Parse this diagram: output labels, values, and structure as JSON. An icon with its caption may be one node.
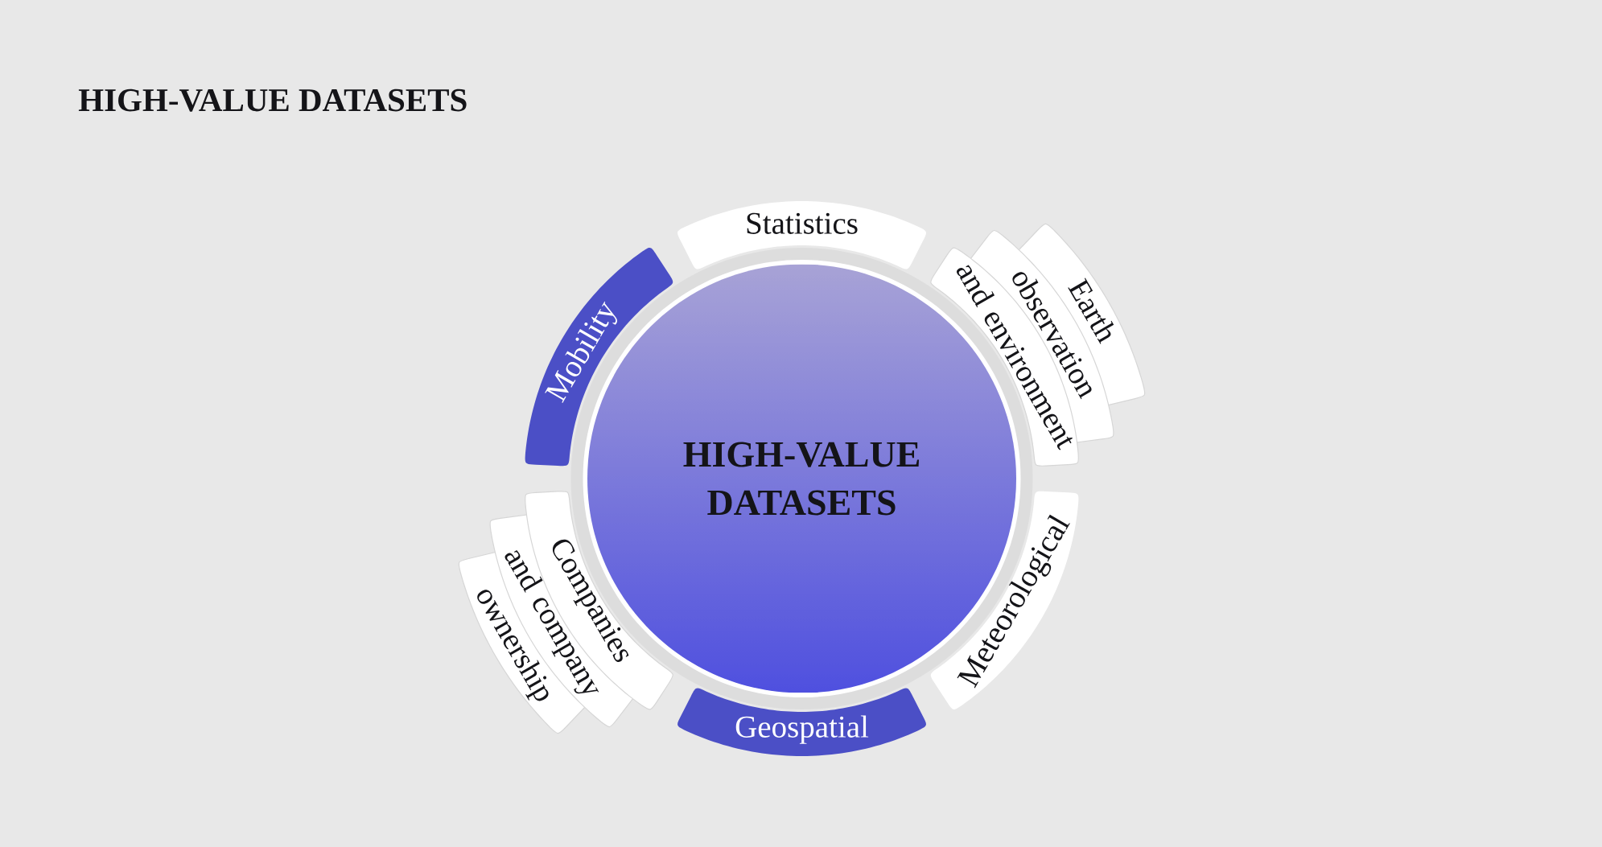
{
  "diagram": {
    "title": "HIGH-VALUE DATASETS",
    "nodes": [
      {
        "text": [
          "HIGH-VALUE DATASETS"
        ]
      },
      {
        "text": [
          "Statistics"
        ]
      },
      {
        "text": [
          "Mobility"
        ]
      },
      {
        "text": [
          "Earth observation and environment"
        ]
      },
      {
        "text": [
          "Companies and company ownership"
        ]
      },
      {
        "text": [
          "Meteorological"
        ]
      },
      {
        "text": [
          "Geospatial"
        ]
      }
    ]
  }
}
